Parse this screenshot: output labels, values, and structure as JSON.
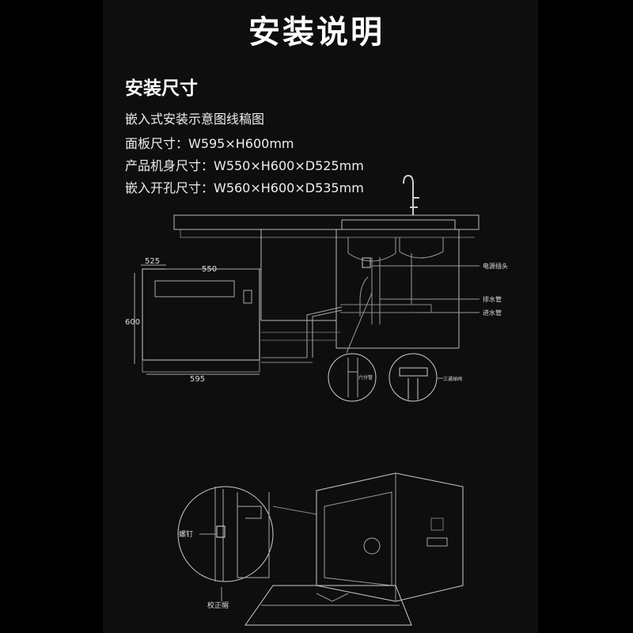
{
  "page_title": "安装说明",
  "section_title": "安装尺寸",
  "specs": {
    "line1": "嵌入式安装示意图线稿图",
    "line2": "面板尺寸：W595×H600mm",
    "line3": "产品机身尺寸：W550×H600×D525mm",
    "line4": "嵌入开孔尺寸：W560×H600×D535mm"
  },
  "dimensions": {
    "depth": "525",
    "body_width": "550",
    "height": "600",
    "panel_width": "595"
  },
  "callouts": {
    "power_socket": "电源插头",
    "drain_pipe": "排水管",
    "inlet_pipe": "进水管",
    "six_point_pipe": "六分管",
    "three_way_valve": "三通球阀",
    "screw": "螺钉",
    "level_cap": "校正帽"
  }
}
